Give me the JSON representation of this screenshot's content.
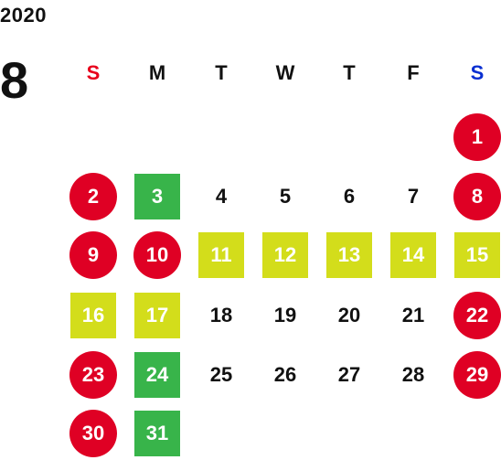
{
  "year": "2020",
  "month": "8",
  "weekdays": [
    "S",
    "M",
    "T",
    "W",
    "T",
    "F",
    "S"
  ],
  "colors": {
    "holiday": "#df0024",
    "green": "#38b44a",
    "yellow": "#d3dd1b",
    "sunday_header": "#e8001c",
    "saturday_header": "#0a2fd1"
  },
  "weeks": [
    [
      {
        "d": ""
      },
      {
        "d": ""
      },
      {
        "d": ""
      },
      {
        "d": ""
      },
      {
        "d": ""
      },
      {
        "d": ""
      },
      {
        "d": "1",
        "s": "holiday"
      }
    ],
    [
      {
        "d": "2",
        "s": "holiday"
      },
      {
        "d": "3",
        "s": "green"
      },
      {
        "d": "4"
      },
      {
        "d": "5"
      },
      {
        "d": "6"
      },
      {
        "d": "7"
      },
      {
        "d": "8",
        "s": "holiday"
      }
    ],
    [
      {
        "d": "9",
        "s": "holiday"
      },
      {
        "d": "10",
        "s": "holiday"
      },
      {
        "d": "11",
        "s": "yellow"
      },
      {
        "d": "12",
        "s": "yellow"
      },
      {
        "d": "13",
        "s": "yellow"
      },
      {
        "d": "14",
        "s": "yellow"
      },
      {
        "d": "15",
        "s": "yellow"
      }
    ],
    [
      {
        "d": "16",
        "s": "yellow"
      },
      {
        "d": "17",
        "s": "yellow"
      },
      {
        "d": "18"
      },
      {
        "d": "19"
      },
      {
        "d": "20"
      },
      {
        "d": "21"
      },
      {
        "d": "22",
        "s": "holiday"
      }
    ],
    [
      {
        "d": "23",
        "s": "holiday"
      },
      {
        "d": "24",
        "s": "green"
      },
      {
        "d": "25"
      },
      {
        "d": "26"
      },
      {
        "d": "27"
      },
      {
        "d": "28"
      },
      {
        "d": "29",
        "s": "holiday"
      }
    ],
    [
      {
        "d": "30",
        "s": "holiday"
      },
      {
        "d": "31",
        "s": "green"
      },
      {
        "d": ""
      },
      {
        "d": ""
      },
      {
        "d": ""
      },
      {
        "d": ""
      },
      {
        "d": ""
      }
    ]
  ]
}
